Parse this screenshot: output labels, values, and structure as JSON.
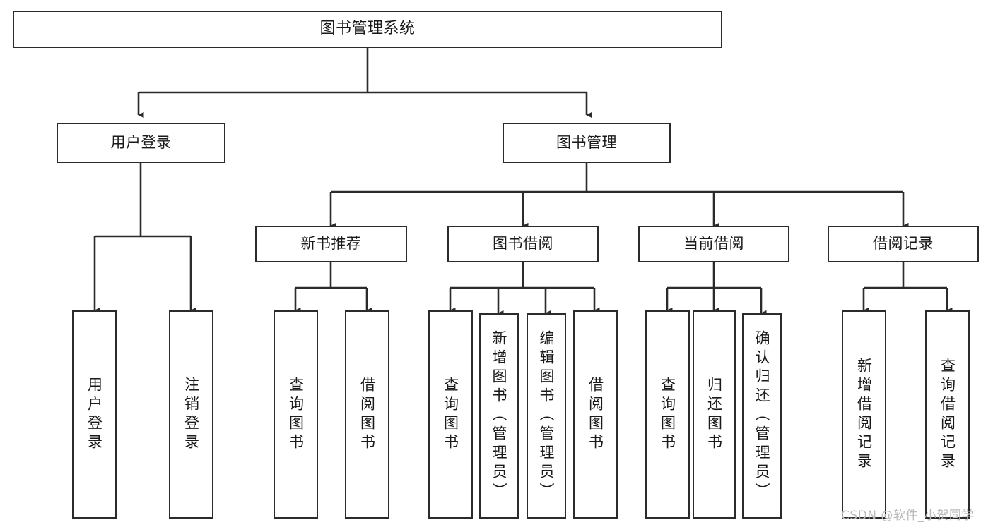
{
  "diagram": {
    "title": "图书管理系统",
    "type": "tree-hierarchy-chart",
    "colors": {
      "box_border": "#2b2b2b",
      "box_fill": "#ffffff",
      "edge": "#2b2b2b",
      "text": "#1a1a1a",
      "watermark": "#b9b9b9"
    },
    "root": {
      "label": "图书管理系统"
    },
    "level2": [
      {
        "label": "用户登录"
      },
      {
        "label": "图书管理"
      }
    ],
    "level3": [
      {
        "label": "新书推荐"
      },
      {
        "label": "图书借阅"
      },
      {
        "label": "当前借阅"
      },
      {
        "label": "借阅记录"
      }
    ],
    "leaves": {
      "user_login": [
        {
          "label": "用户登录"
        },
        {
          "label": "注销登录"
        }
      ],
      "new_book_recommend": [
        {
          "label": "查询图书"
        },
        {
          "label": "借阅图书"
        }
      ],
      "book_borrow": [
        {
          "label": "查询图书"
        },
        {
          "label": "新增图书（管理员）"
        },
        {
          "label": "编辑图书（管理员）"
        },
        {
          "label": "借阅图书"
        }
      ],
      "current_borrow": [
        {
          "label": "查询图书"
        },
        {
          "label": "归还图书"
        },
        {
          "label": "确认归还（管理员）"
        }
      ],
      "borrow_record": [
        {
          "label": "新增借阅记录"
        },
        {
          "label": "查询借阅记录"
        }
      ]
    }
  },
  "watermark": {
    "text": "CSDN @软件_小贺同学"
  }
}
